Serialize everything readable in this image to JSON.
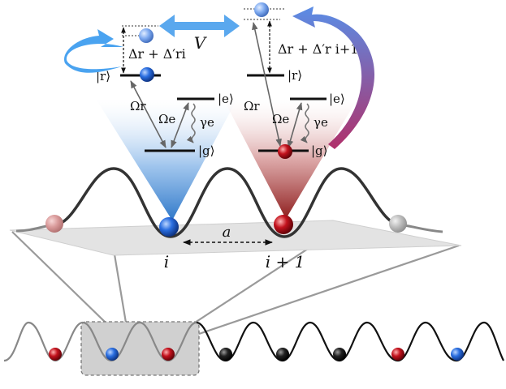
{
  "figure": {
    "interaction_label": "V",
    "spacing_label": "a",
    "site_left_label": "i",
    "site_right_label": "i + 1",
    "left_atom": {
      "level_r": "|r⟩",
      "level_e": "|e⟩",
      "level_g": "|g⟩",
      "coupling_r": "Ωr",
      "coupling_e": "Ωe",
      "decay": "γe",
      "detuning": "Δr + Δ′ri"
    },
    "right_atom": {
      "level_r": "|r⟩",
      "level_e": "|e⟩",
      "level_g": "|g⟩",
      "coupling_r": "Ωr",
      "coupling_e": "Ωe",
      "decay": "γe",
      "detuning": "Δr + Δ′r i+1"
    },
    "colors": {
      "blue_atom": "#1f5fd6",
      "red_atom": "#b5121b",
      "black_atom": "#111111",
      "left_cone": "#4a90d9",
      "right_cone": "#9e2a2a",
      "arrow_left": "#4aa3f0",
      "arrow_right_start": "#5a8de6",
      "arrow_right_end": "#b0306a"
    },
    "bottom_chain_atoms": [
      "red",
      "blue",
      "red",
      "black",
      "black",
      "black",
      "red",
      "blue"
    ]
  }
}
